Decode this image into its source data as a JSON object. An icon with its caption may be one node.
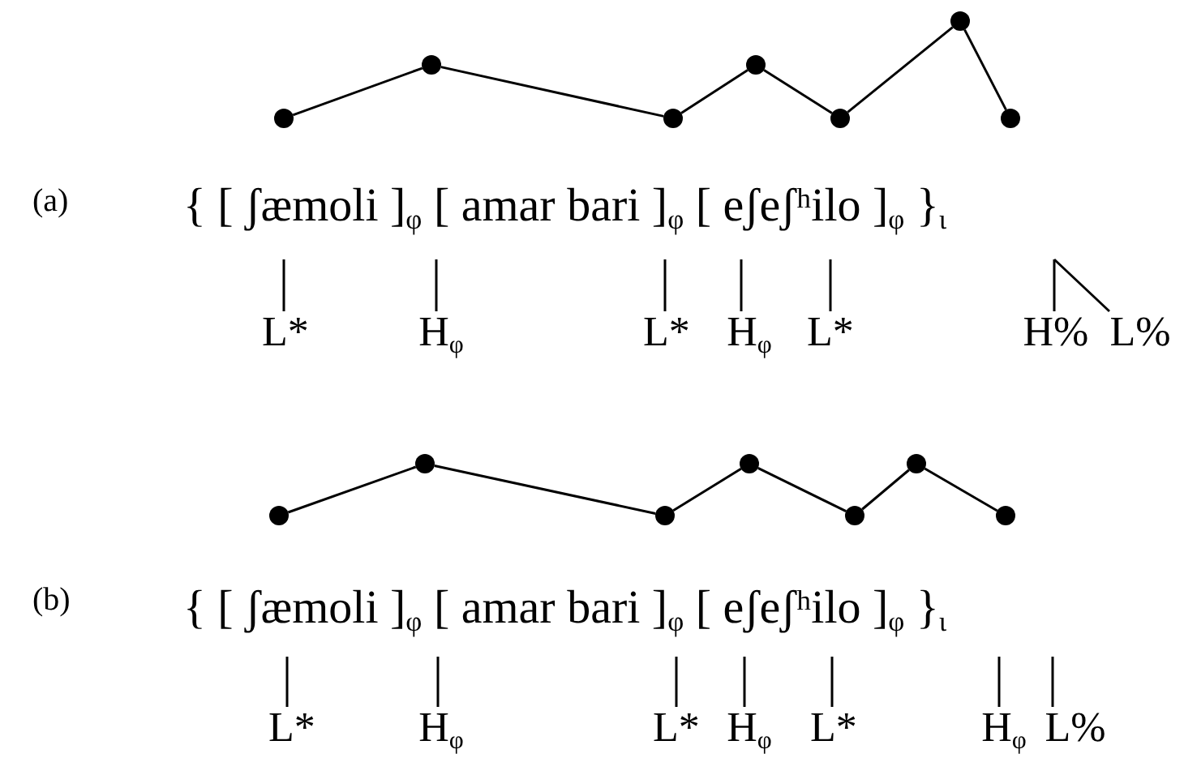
{
  "diagram": {
    "nodes": [
      {
        "text": [],
        "shape": "circle"
      },
      {
        "text": [],
        "shape": "circle"
      },
      {
        "text": [],
        "shape": "circle"
      },
      {
        "text": [],
        "shape": "circle"
      },
      {
        "text": [],
        "shape": "circle"
      },
      {
        "text": [],
        "shape": "circle"
      },
      {
        "text": [],
        "shape": "circle"
      },
      {
        "text": [
          "L*"
        ]
      },
      {
        "text": [
          "H$_{φ}$"
        ]
      },
      {
        "text": [
          "L*"
        ]
      },
      {
        "text": [
          "H$_{φ}$"
        ]
      },
      {
        "text": [
          "L*"
        ]
      },
      {
        "text": [
          "H%"
        ]
      },
      {
        "text": [
          "L%"
        ]
      },
      {
        "text": [],
        "shape": "circle"
      },
      {
        "text": [],
        "shape": "circle"
      },
      {
        "text": [],
        "shape": "circle"
      },
      {
        "text": [],
        "shape": "circle"
      },
      {
        "text": [],
        "shape": "circle"
      },
      {
        "text": [],
        "shape": "circle"
      },
      {
        "text": [],
        "shape": "circle"
      },
      {
        "text": [
          "L*"
        ]
      },
      {
        "text": [
          "H$_{φ}$"
        ]
      },
      {
        "text": [
          "L*"
        ]
      },
      {
        "text": [
          "H$_{φ}$"
        ]
      },
      {
        "text": [
          "L*"
        ]
      },
      {
        "text": [
          "H$_{φ}$"
        ]
      },
      {
        "text": [
          "L%"
        ]
      }
    ],
    "edges": [
      {
        "from": 0,
        "to": 1,
        "arrow": "none"
      },
      {
        "from": 1,
        "to": 2,
        "arrow": "none"
      },
      {
        "from": 2,
        "to": 3,
        "arrow": "none"
      },
      {
        "from": 3,
        "to": 4,
        "arrow": "none"
      },
      {
        "from": 4,
        "to": 5,
        "arrow": "none"
      },
      {
        "from": 5,
        "to": 6,
        "arrow": "none"
      },
      {
        "from": null,
        "to": 7,
        "arrow": "none"
      },
      {
        "from": null,
        "to": 8,
        "arrow": "none"
      },
      {
        "from": null,
        "to": 9,
        "arrow": "none"
      },
      {
        "from": null,
        "to": 10,
        "arrow": "none"
      },
      {
        "from": null,
        "to": 11,
        "arrow": "none"
      },
      {
        "from": null,
        "to": 12,
        "arrow": "none"
      },
      {
        "from": null,
        "to": 13,
        "arrow": "none"
      },
      {
        "from": 14,
        "to": 15,
        "arrow": "none"
      },
      {
        "from": 15,
        "to": 16,
        "arrow": "none"
      },
      {
        "from": 16,
        "to": 17,
        "arrow": "none"
      },
      {
        "from": 17,
        "to": 18,
        "arrow": "none"
      },
      {
        "from": 18,
        "to": 19,
        "arrow": "none"
      },
      {
        "from": 19,
        "to": 20,
        "arrow": "none"
      },
      {
        "from": null,
        "to": 21,
        "arrow": "none"
      },
      {
        "from": null,
        "to": 22,
        "arrow": "none"
      },
      {
        "from": null,
        "to": 23,
        "arrow": "none"
      },
      {
        "from": null,
        "to": 24,
        "arrow": "none"
      },
      {
        "from": null,
        "to": 25,
        "arrow": "none"
      },
      {
        "from": null,
        "to": 26,
        "arrow": "none"
      },
      {
        "from": null,
        "to": 27,
        "arrow": "none"
      }
    ],
    "labels": [
      "(a)",
      "{ [ ʃæmoli ]$_{φ}$ [ amar bari ]$_{φ}$ [ eʃeʃʰilo ]$_{φ}$ }$_{ι}$",
      "(b)",
      "{ [ ʃæmoli ]$_{φ}$ [ amar bari ]$_{φ}$ [ eʃeʃʰilo ]$_{φ}$ }$_{ι}$"
    ]
  }
}
